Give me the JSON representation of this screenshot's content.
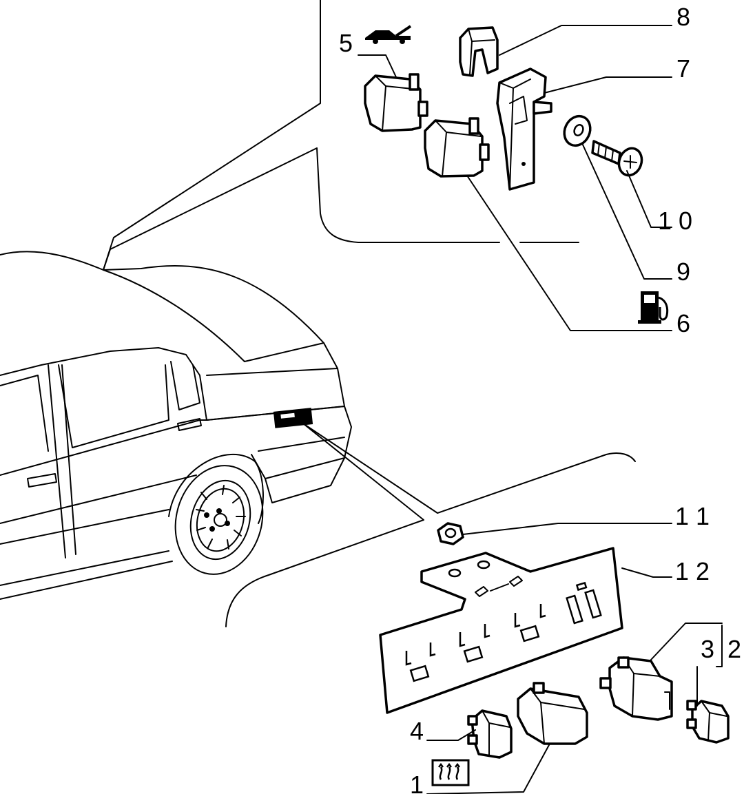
{
  "callouts": {
    "c1": "1",
    "c2": "2",
    "c3": "3",
    "c4": "4",
    "c5": "5",
    "c6": "6",
    "c7": "7",
    "c8": "8",
    "c9": "9",
    "c10": "1 0",
    "c11": "1 1",
    "c12": "1 2"
  },
  "icons": {
    "c1": "rear-defroster-icon",
    "c5": "car-trunk-icon",
    "c6": "fuel-pump-icon"
  }
}
